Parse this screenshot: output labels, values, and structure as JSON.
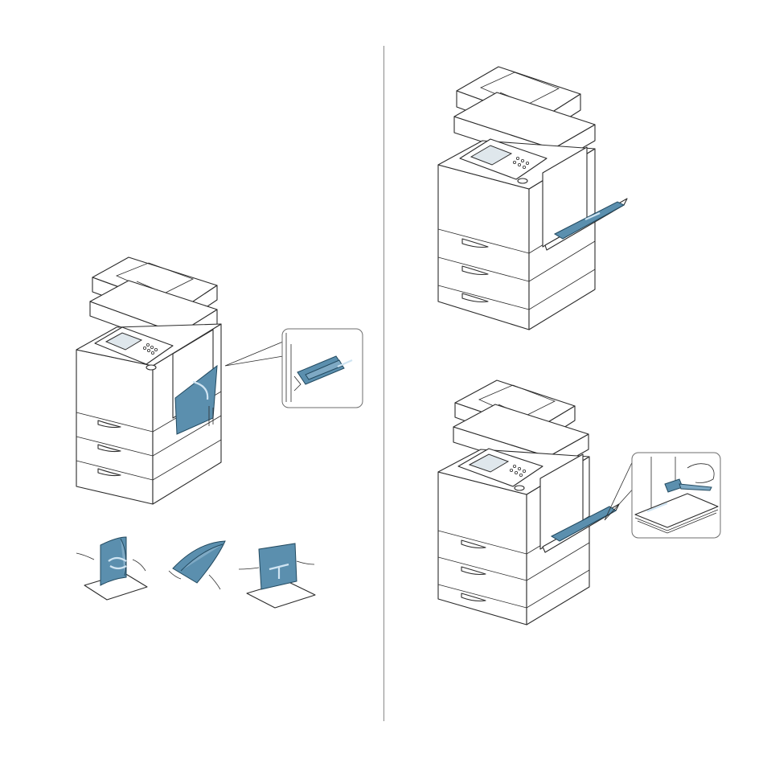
{
  "page": {
    "illustrations": [
      {
        "name": "printer-open-multipurpose-tray",
        "icon": "printer-tray-open-icon"
      },
      {
        "name": "printer-tray-extension-callout",
        "icon": "tray-extension-zoom-icon"
      },
      {
        "name": "paper-fanning-steps",
        "icons": [
          "flex-paper-stack-icon",
          "fan-paper-edge-icon",
          "straighten-paper-stack-icon"
        ]
      },
      {
        "name": "printer-paper-loaded-tray",
        "icon": "printer-paper-loaded-icon"
      },
      {
        "name": "printer-adjust-width-guides",
        "icon": "printer-guide-adjust-icon"
      },
      {
        "name": "width-guide-adjust-callout",
        "icon": "width-guide-zoom-icon"
      }
    ],
    "colors": {
      "accent_blue": "#5b8fae",
      "line": "#2b2b2b",
      "divider": "#8a8a8a",
      "background": "#ffffff"
    }
  }
}
